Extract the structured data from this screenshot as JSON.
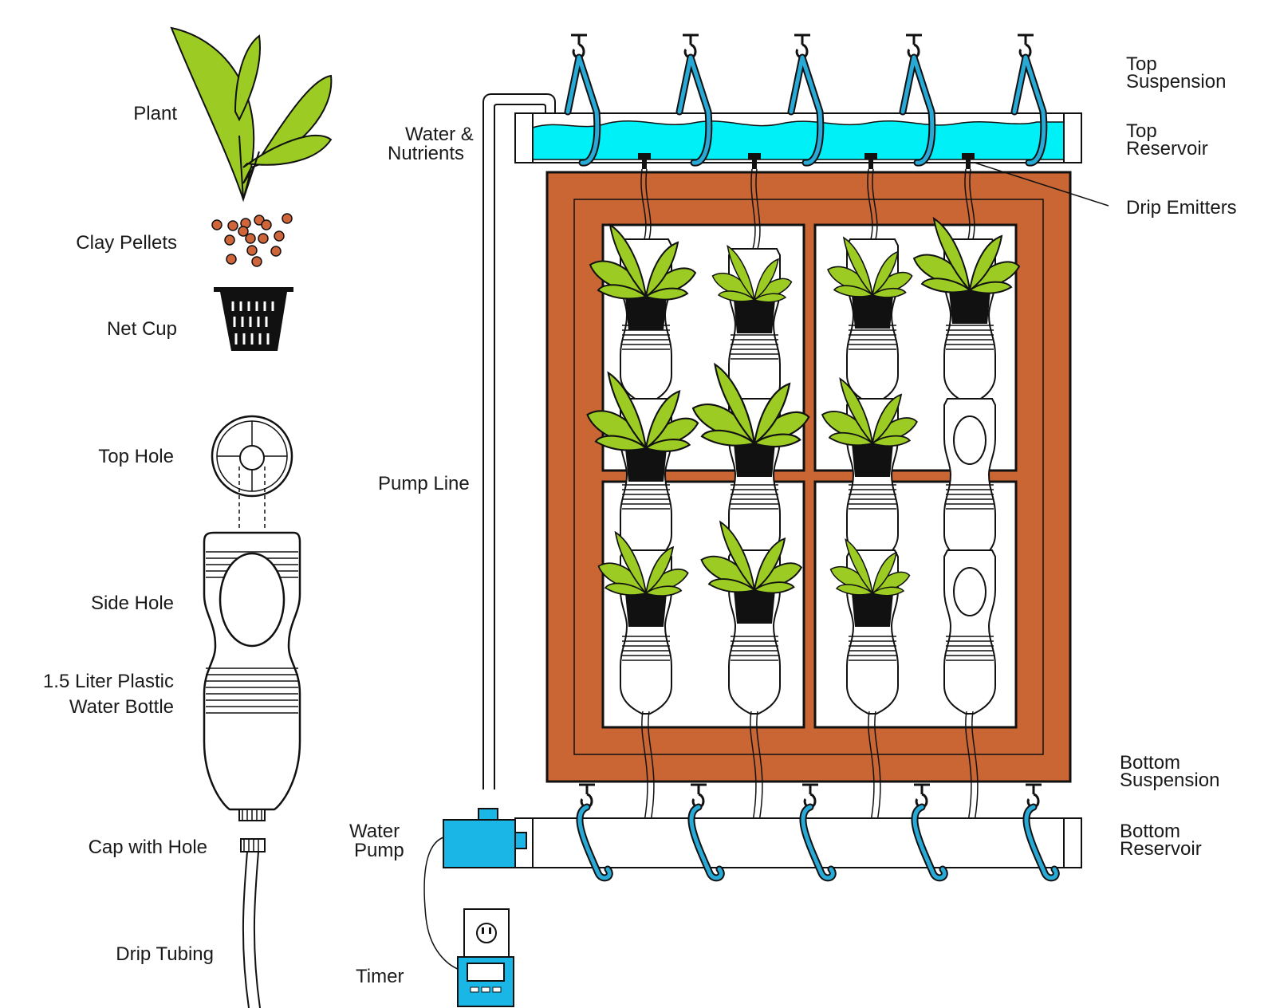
{
  "colors": {
    "frame": "#c96634",
    "leaf": "#9ccc23",
    "water": "#00f0f8",
    "strap": "#29a9d6",
    "pump": "#19b6e6",
    "clay": "#d0653a",
    "outline": "#111111"
  },
  "labels": {
    "plant": "Plant",
    "clay_pellets": "Clay Pellets",
    "net_cup": "Net Cup",
    "top_hole": "Top Hole",
    "side_hole": "Side Hole",
    "bottle_line1": "1.5 Liter Plastic",
    "bottle_line2": "Water Bottle",
    "cap_with_hole": "Cap with Hole",
    "drip_tubing": "Drip Tubing",
    "water_nutrients_line1": "Water &",
    "water_nutrients_line2": "Nutrients",
    "pump_line": "Pump Line",
    "water_pump_line1": "Water",
    "water_pump_line2": "Pump",
    "timer": "Timer",
    "top_suspension_line1": "Top",
    "top_suspension_line2": "Suspension",
    "top_reservoir_line1": "Top",
    "top_reservoir_line2": "Reservoir",
    "drip_emitters": "Drip Emitters",
    "bottom_suspension_line1": "Bottom",
    "bottom_suspension_line2": "Suspension",
    "bottom_reservoir_line1": "Bottom",
    "bottom_reservoir_line2": "Reservoir"
  },
  "icons": {
    "plant": "plant-icon",
    "clay": "clay-pellets-icon",
    "net_cup": "net-cup-icon",
    "bottle": "bottle-icon",
    "pump": "water-pump-icon",
    "timer": "timer-icon",
    "outlet": "power-outlet-icon",
    "hook": "hook-icon"
  }
}
